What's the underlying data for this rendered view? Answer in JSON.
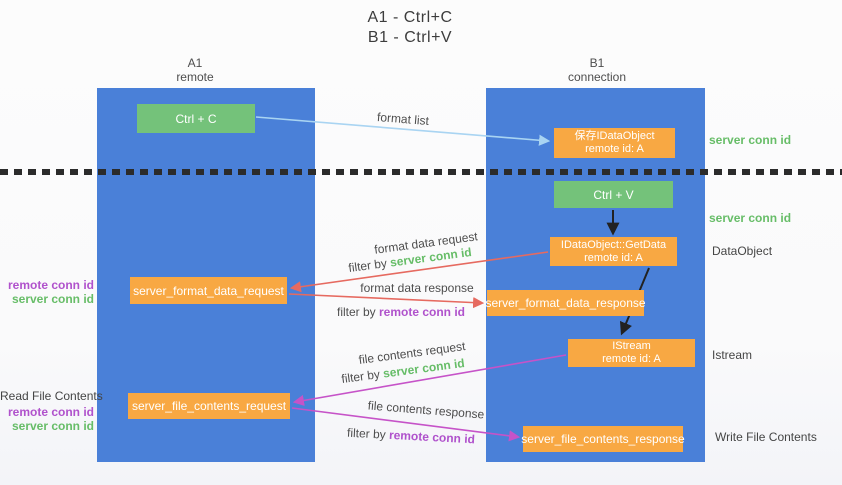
{
  "title": {
    "line1": "A1 - Ctrl+C",
    "line2": "B1 - Ctrl+V"
  },
  "columns": {
    "a": {
      "name": "A1",
      "subtitle": "remote"
    },
    "b": {
      "name": "B1",
      "subtitle": "connection"
    }
  },
  "nodes": {
    "ctrl_c": "Ctrl + C",
    "ctrl_v": "Ctrl + V",
    "save_idataobject_line1": "保存IDataObject",
    "save_idataobject_line2": "remote id: A",
    "getdata_line1": "IDataObject::GetData",
    "getdata_line2": "remote id: A",
    "istream_line1": "IStream",
    "istream_line2": "remote id: A",
    "format_request": "server_format_data_request",
    "format_response": "server_format_data_response",
    "file_request": "server_file_contents_request",
    "file_response": "server_file_contents_response"
  },
  "arrow_labels": {
    "format_list": "format list",
    "format_data_request": "format data request",
    "format_data_response": "format data response",
    "file_contents_request": "file contents request",
    "file_contents_response": "file contents response",
    "filter_by": "filter by ",
    "server_conn_id": "server conn id",
    "remote_conn_id": "remote conn id"
  },
  "side_labels": {
    "server_conn_id": "server conn id",
    "remote_conn_id": "remote conn id",
    "dataobject": "DataObject",
    "istream": "Istream",
    "read_file_contents": "Read File Contents",
    "write_file_contents": "Write File Contents"
  },
  "colors": {
    "column_blue": "#4a80d8",
    "box_green": "#74c27a",
    "box_orange": "#f8a843",
    "arrow_blue": "#a9d4f2",
    "arrow_black": "#222222",
    "arrow_red": "#e66a60",
    "arrow_magenta": "#c653c8",
    "text_green": "#67bd68",
    "text_purple": "#b052cc",
    "divider_black": "#2b2b2b"
  }
}
